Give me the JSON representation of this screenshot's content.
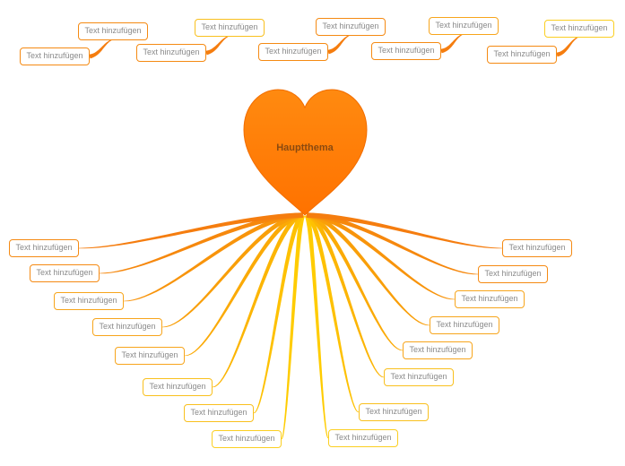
{
  "colors": {
    "heart": "#ff7c00",
    "heart_edge": "#f26d00",
    "branch_orange": "#f57d0f",
    "branch_yellow": "#ffcc00",
    "node_border": "#f39a1e",
    "node_text": "#8a8a8a"
  },
  "center": {
    "label": "Hauptthema",
    "shape": "heart"
  },
  "top_branches": [
    {
      "child": "Text hinzufügen",
      "parent": "Text hinzufügen"
    },
    {
      "child": "Text hinzufügen",
      "parent": "Text hinzufügen"
    },
    {
      "child": "Text hinzufügen",
      "parent": "Text hinzufügen"
    },
    {
      "child": "Text hinzufügen",
      "parent": "Text hinzufügen"
    },
    {
      "child": "Text hinzufügen",
      "parent": "Text hinzufügen"
    }
  ],
  "left_topics": [
    "Text hinzufügen",
    "Text hinzufügen",
    "Text hinzufügen",
    "Text hinzufügen",
    "Text hinzufügen",
    "Text hinzufügen",
    "Text hinzufügen",
    "Text hinzufügen"
  ],
  "right_topics": [
    "Text hinzufügen",
    "Text hinzufügen",
    "Text hinzufügen",
    "Text hinzufügen",
    "Text hinzufügen",
    "Text hinzufügen",
    "Text hinzufügen",
    "Text hinzufügen"
  ]
}
